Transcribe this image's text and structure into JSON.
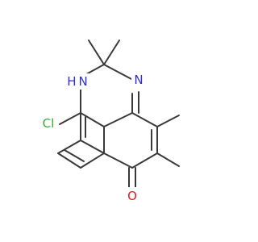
{
  "molecule": {
    "atoms": {
      "nh": "H N",
      "n": "N",
      "cl": "Cl",
      "o": "O"
    },
    "colors": {
      "bond": "#3a3a3a",
      "nitrogen": "#2f2fd6",
      "chlorine": "#2fb02f",
      "oxygen": "#e41a1a"
    }
  }
}
